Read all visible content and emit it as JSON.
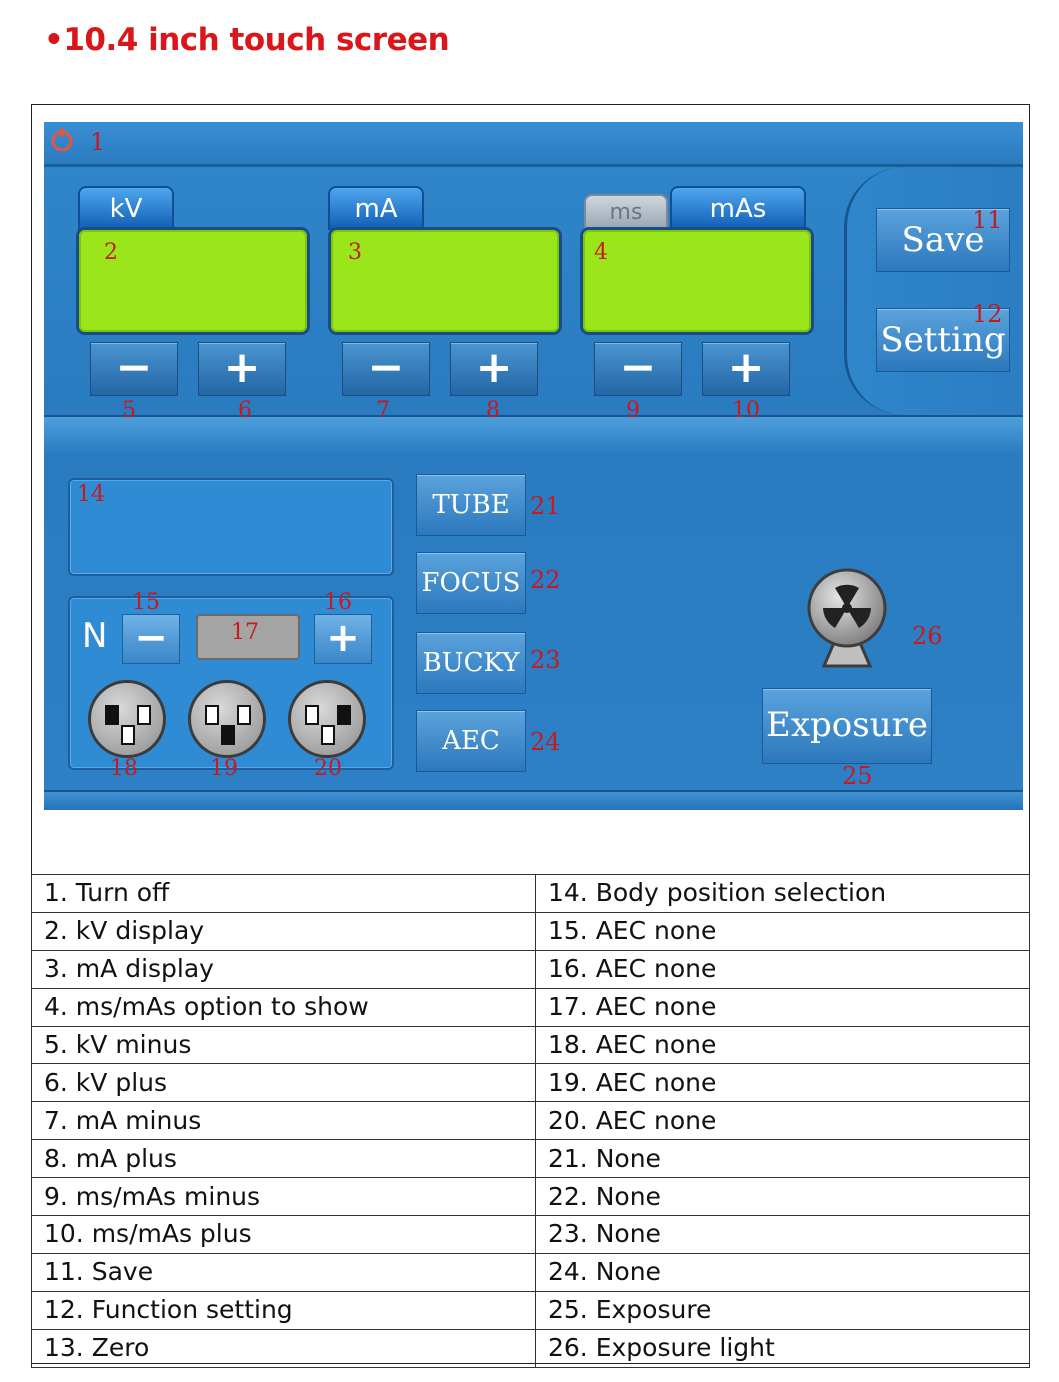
{
  "heading": "•10.4 inch touch screen",
  "screen": {
    "markers": {
      "m1": "1",
      "m2": "2",
      "m3": "3",
      "m4": "4",
      "m5": "5",
      "m6": "6",
      "m7": "7",
      "m8": "8",
      "m9": "9",
      "m10": "10",
      "m11": "11",
      "m12": "12",
      "m14": "14",
      "m15": "15",
      "m16": "16",
      "m17": "17",
      "m18": "18",
      "m19": "19",
      "m20": "20",
      "m21": "21",
      "m22": "22",
      "m23": "23",
      "m24": "24",
      "m25": "25",
      "m26": "26"
    },
    "tabs": {
      "kv": "kV",
      "ma": "mA",
      "ms": "ms",
      "mas": "mAs"
    },
    "buttons": {
      "minus": "−",
      "plus": "+",
      "save": "Save",
      "setting": "Setting",
      "tube": "TUBE",
      "focus": "FOCUS",
      "bucky": "BUCKY",
      "aec": "AEC",
      "exposure": "Exposure"
    },
    "n_label": "N"
  },
  "legend": {
    "rows": [
      [
        "1. Turn off",
        "14. Body position selection"
      ],
      [
        "2. kV display",
        "15. AEC none"
      ],
      [
        "3. mA display",
        "16. AEC none"
      ],
      [
        "4. ms/mAs option to show",
        "17. AEC none"
      ],
      [
        "5. kV minus",
        "18. AEC none"
      ],
      [
        "6. kV plus",
        "19. AEC none"
      ],
      [
        "7. mA minus",
        "20. AEC none"
      ],
      [
        "8. mA plus",
        "21. None"
      ],
      [
        "9. ms/mAs minus",
        "22. None"
      ],
      [
        "10. ms/mAs plus",
        "23. None"
      ],
      [
        "11. Save",
        "24. None"
      ],
      [
        "12. Function setting",
        "25. Exposure"
      ],
      [
        "13. Zero",
        "26. Exposure light"
      ]
    ]
  },
  "colors": {
    "heading": "#d9161a",
    "screen_bg": "#2479bf",
    "display_green": "#9ae61a",
    "marker_red": "#c8191e"
  }
}
